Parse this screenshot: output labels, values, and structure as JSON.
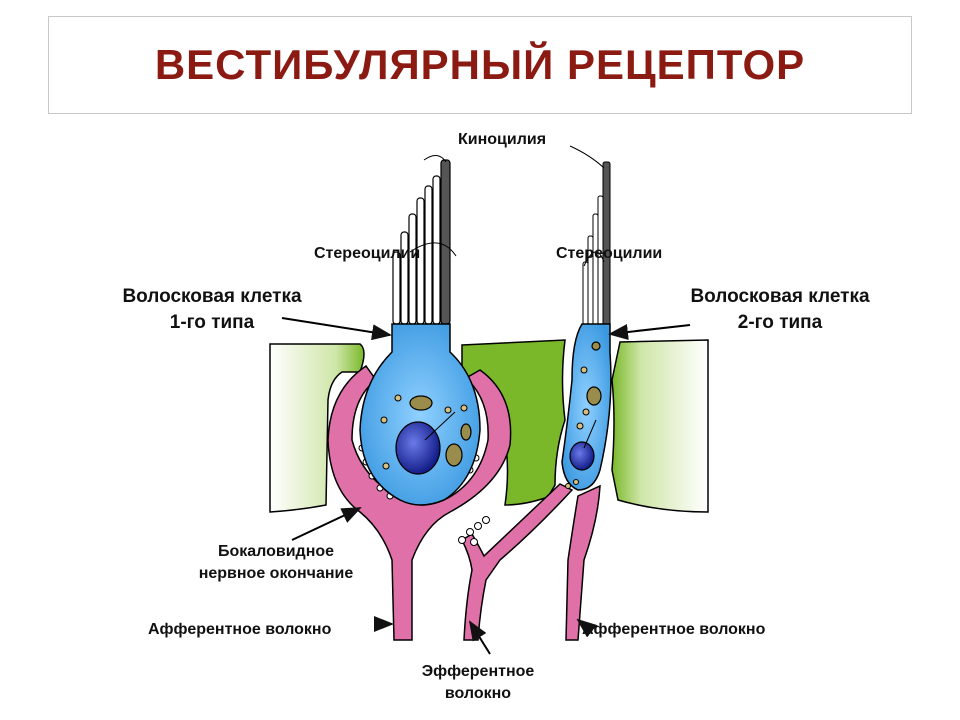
{
  "title": "ВЕСТИБУЛЯРНЫЙ РЕЦЕПТОР",
  "labels": {
    "kinocilia": "Киноцилия",
    "stereocilia_left": "Стереоцилии",
    "stereocilia_right": "Стереоцилии",
    "hair_cell_1_line1": "Волосковая клетка",
    "hair_cell_1_line2": "1-го типа",
    "hair_cell_2_line1": "Волосковая клетка",
    "hair_cell_2_line2": "2-го типа",
    "calyx_line1": "Бокаловидное",
    "calyx_line2": "нервное окончание",
    "afferent_left": "Афферентное волокно",
    "afferent_right": "Афферентное волокно",
    "efferent_line1": "Эфферентное",
    "efferent_line2": "волокно"
  },
  "colors": {
    "title": "#8b1a12",
    "hair_cell": "#4aa8e8",
    "nucleus": "#1a2a9a",
    "nerve": "#e070a8",
    "supporting_cell": "#7ab82a",
    "stereocilia": "#ffffff"
  }
}
